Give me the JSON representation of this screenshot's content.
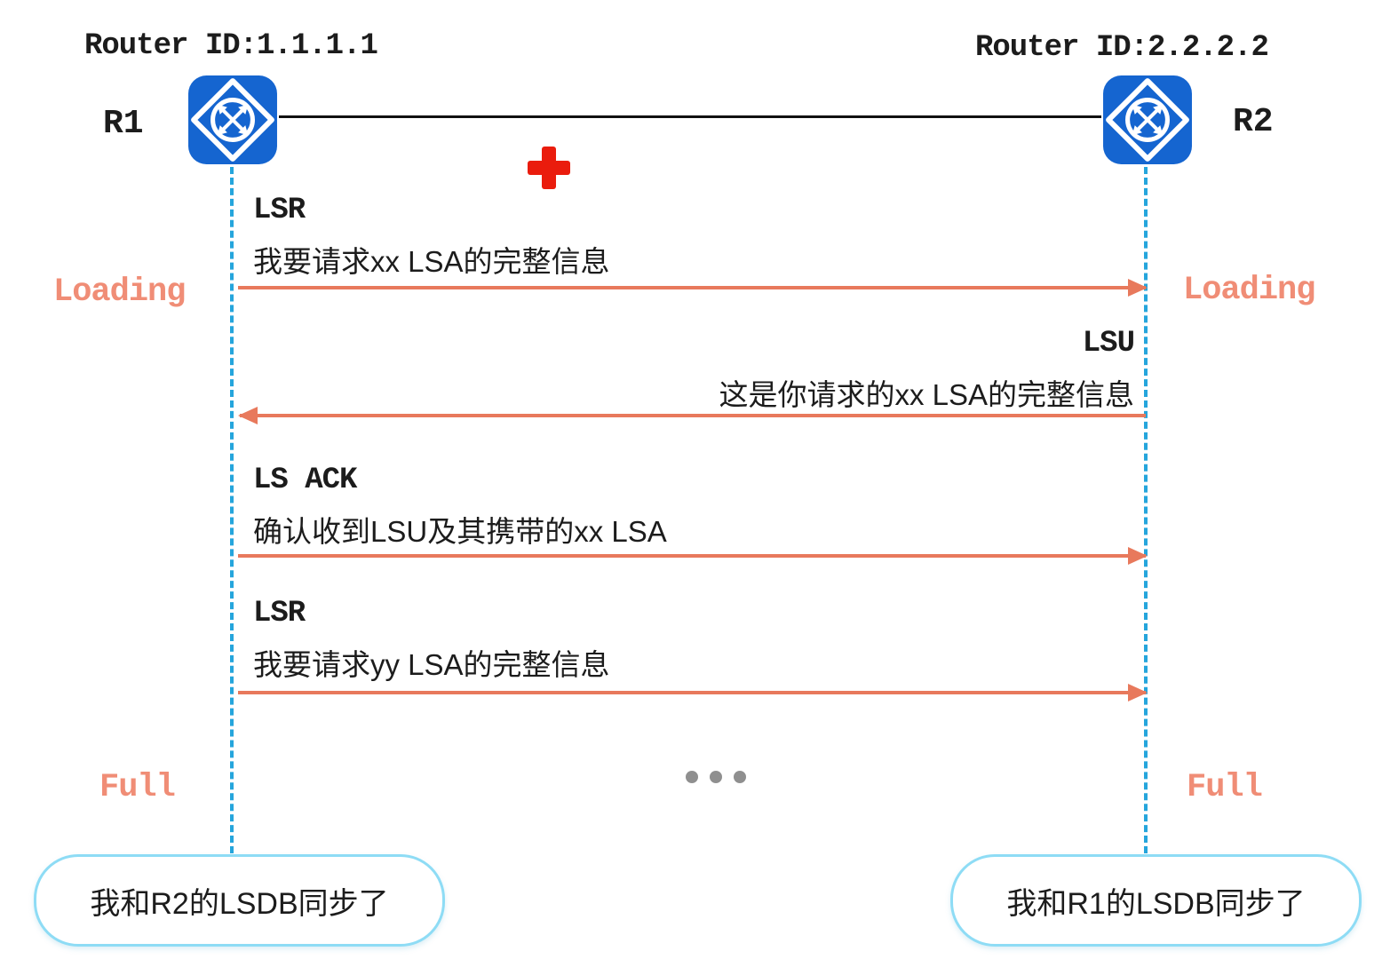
{
  "colors": {
    "arrow": "#e8795c",
    "state_text": "#f08d76",
    "lifeline": "#25a5dc",
    "router_fill": "#1565d0",
    "cross": "#ea1c0d",
    "bubble_border": "#8edcf5"
  },
  "left": {
    "router_id": "Router ID:1.1.1.1",
    "name": "R1",
    "state_top": "Loading",
    "state_bottom": "Full",
    "bubble": "我和R2的LSDB同步了"
  },
  "right": {
    "router_id": "Router ID:2.2.2.2",
    "name": "R2",
    "state_top": "Loading",
    "state_bottom": "Full",
    "bubble": "我和R1的LSDB同步了"
  },
  "messages": [
    {
      "title": "LSR",
      "desc": "我要请求xx LSA的完整信息",
      "direction": "right"
    },
    {
      "title": "LSU",
      "desc": "这是你请求的xx LSA的完整信息",
      "direction": "left"
    },
    {
      "title": "LS ACK",
      "desc": "确认收到LSU及其携带的xx LSA",
      "direction": "right"
    },
    {
      "title": "LSR",
      "desc": "我要请求yy LSA的完整信息",
      "direction": "right"
    }
  ]
}
